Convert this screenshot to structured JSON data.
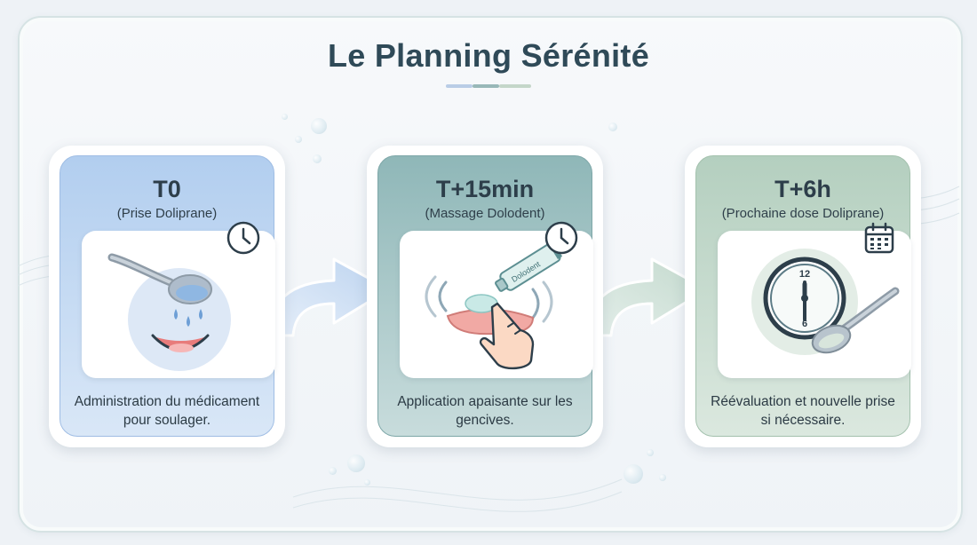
{
  "title": "Le Planning Sérénité",
  "colors": {
    "title": "#2f4a58",
    "step1": "#b2ceef",
    "step2": "#8fb7b8",
    "step3": "#b4cfbf"
  },
  "steps": [
    {
      "time": "T0",
      "subtitle": "(Prise Doliprane)",
      "description": "Administration du médicament pour soulager.",
      "icon": "clock-icon",
      "illustration": "spoon-drops-mouth"
    },
    {
      "time": "T+15min",
      "subtitle": "(Massage Dolodent)",
      "description": "Application apaisante sur les gencives.",
      "icon": "clock-icon",
      "illustration": "gel-tube-finger-gum",
      "tube_label": "Dolodent"
    },
    {
      "time": "T+6h",
      "subtitle": "(Prochaine dose Doliprane)",
      "description": "Réévaluation et nouvelle prise si nécessaire.",
      "icon": "calendar-icon",
      "illustration": "clock-spoon",
      "clock_labels": [
        "12",
        "6"
      ]
    }
  ]
}
